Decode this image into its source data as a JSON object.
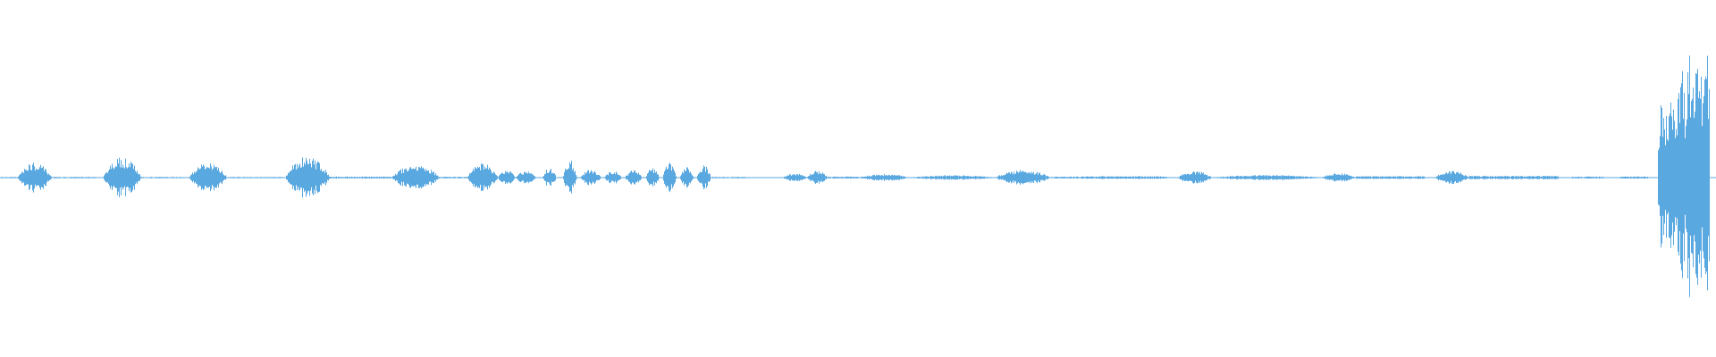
{
  "colors": {
    "background": "#ffffff",
    "waveform": "#5aa8e0"
  },
  "waveform": {
    "segments": [
      {
        "t0": 0.0,
        "t1": 0.046,
        "amp": 0.004,
        "kind": "silence"
      },
      {
        "t0": 0.01,
        "t1": 0.03,
        "amp": 0.085,
        "kind": "burst"
      },
      {
        "t0": 0.03,
        "t1": 0.056,
        "amp": 0.004,
        "kind": "silence"
      },
      {
        "t0": 0.06,
        "t1": 0.082,
        "amp": 0.115,
        "kind": "burst"
      },
      {
        "t0": 0.082,
        "t1": 0.108,
        "amp": 0.004,
        "kind": "silence"
      },
      {
        "t0": 0.11,
        "t1": 0.132,
        "amp": 0.085,
        "kind": "burst"
      },
      {
        "t0": 0.132,
        "t1": 0.165,
        "amp": 0.004,
        "kind": "silence"
      },
      {
        "t0": 0.166,
        "t1": 0.192,
        "amp": 0.12,
        "kind": "burst"
      },
      {
        "t0": 0.192,
        "t1": 0.228,
        "amp": 0.006,
        "kind": "silence"
      },
      {
        "t0": 0.228,
        "t1": 0.256,
        "amp": 0.075,
        "kind": "burst"
      },
      {
        "t0": 0.256,
        "t1": 0.272,
        "amp": 0.005,
        "kind": "silence"
      },
      {
        "t0": 0.272,
        "t1": 0.29,
        "amp": 0.08,
        "kind": "burst"
      },
      {
        "t0": 0.29,
        "t1": 0.3,
        "amp": 0.045,
        "kind": "burst"
      },
      {
        "t0": 0.3,
        "t1": 0.312,
        "amp": 0.04,
        "kind": "burst"
      },
      {
        "t0": 0.316,
        "t1": 0.324,
        "amp": 0.055,
        "kind": "burst"
      },
      {
        "t0": 0.328,
        "t1": 0.336,
        "amp": 0.1,
        "kind": "burst"
      },
      {
        "t0": 0.338,
        "t1": 0.35,
        "amp": 0.045,
        "kind": "burst"
      },
      {
        "t0": 0.352,
        "t1": 0.362,
        "amp": 0.04,
        "kind": "burst"
      },
      {
        "t0": 0.364,
        "t1": 0.374,
        "amp": 0.045,
        "kind": "burst"
      },
      {
        "t0": 0.376,
        "t1": 0.384,
        "amp": 0.055,
        "kind": "burst"
      },
      {
        "t0": 0.386,
        "t1": 0.394,
        "amp": 0.085,
        "kind": "burst"
      },
      {
        "t0": 0.396,
        "t1": 0.404,
        "amp": 0.06,
        "kind": "burst"
      },
      {
        "t0": 0.406,
        "t1": 0.414,
        "amp": 0.075,
        "kind": "burst"
      },
      {
        "t0": 0.414,
        "t1": 0.434,
        "amp": 0.004,
        "kind": "silence"
      },
      {
        "t0": 0.456,
        "t1": 0.47,
        "amp": 0.025,
        "kind": "burst"
      },
      {
        "t0": 0.47,
        "t1": 0.482,
        "amp": 0.04,
        "kind": "burst"
      },
      {
        "t0": 0.482,
        "t1": 0.5,
        "amp": 0.006,
        "kind": "silence"
      },
      {
        "t0": 0.5,
        "t1": 0.53,
        "amp": 0.02,
        "kind": "burst"
      },
      {
        "t0": 0.53,
        "t1": 0.58,
        "amp": 0.014,
        "kind": "burst"
      },
      {
        "t0": 0.58,
        "t1": 0.612,
        "amp": 0.045,
        "kind": "burst"
      },
      {
        "t0": 0.612,
        "t1": 0.63,
        "amp": 0.006,
        "kind": "silence"
      },
      {
        "t0": 0.63,
        "t1": 0.68,
        "amp": 0.008,
        "kind": "silence"
      },
      {
        "t0": 0.686,
        "t1": 0.706,
        "amp": 0.038,
        "kind": "burst"
      },
      {
        "t0": 0.706,
        "t1": 0.77,
        "amp": 0.015,
        "kind": "burst"
      },
      {
        "t0": 0.77,
        "t1": 0.79,
        "amp": 0.025,
        "kind": "burst"
      },
      {
        "t0": 0.79,
        "t1": 0.83,
        "amp": 0.008,
        "kind": "silence"
      },
      {
        "t0": 0.836,
        "t1": 0.856,
        "amp": 0.04,
        "kind": "burst"
      },
      {
        "t0": 0.856,
        "t1": 0.908,
        "amp": 0.01,
        "kind": "silence"
      },
      {
        "t0": 0.916,
        "t1": 0.934,
        "amp": 0.006,
        "kind": "silence"
      },
      {
        "t0": 0.944,
        "t1": 0.96,
        "amp": 0.006,
        "kind": "silence"
      },
      {
        "t0": 0.966,
        "t1": 0.996,
        "amp": 0.72,
        "kind": "loud"
      }
    ]
  }
}
